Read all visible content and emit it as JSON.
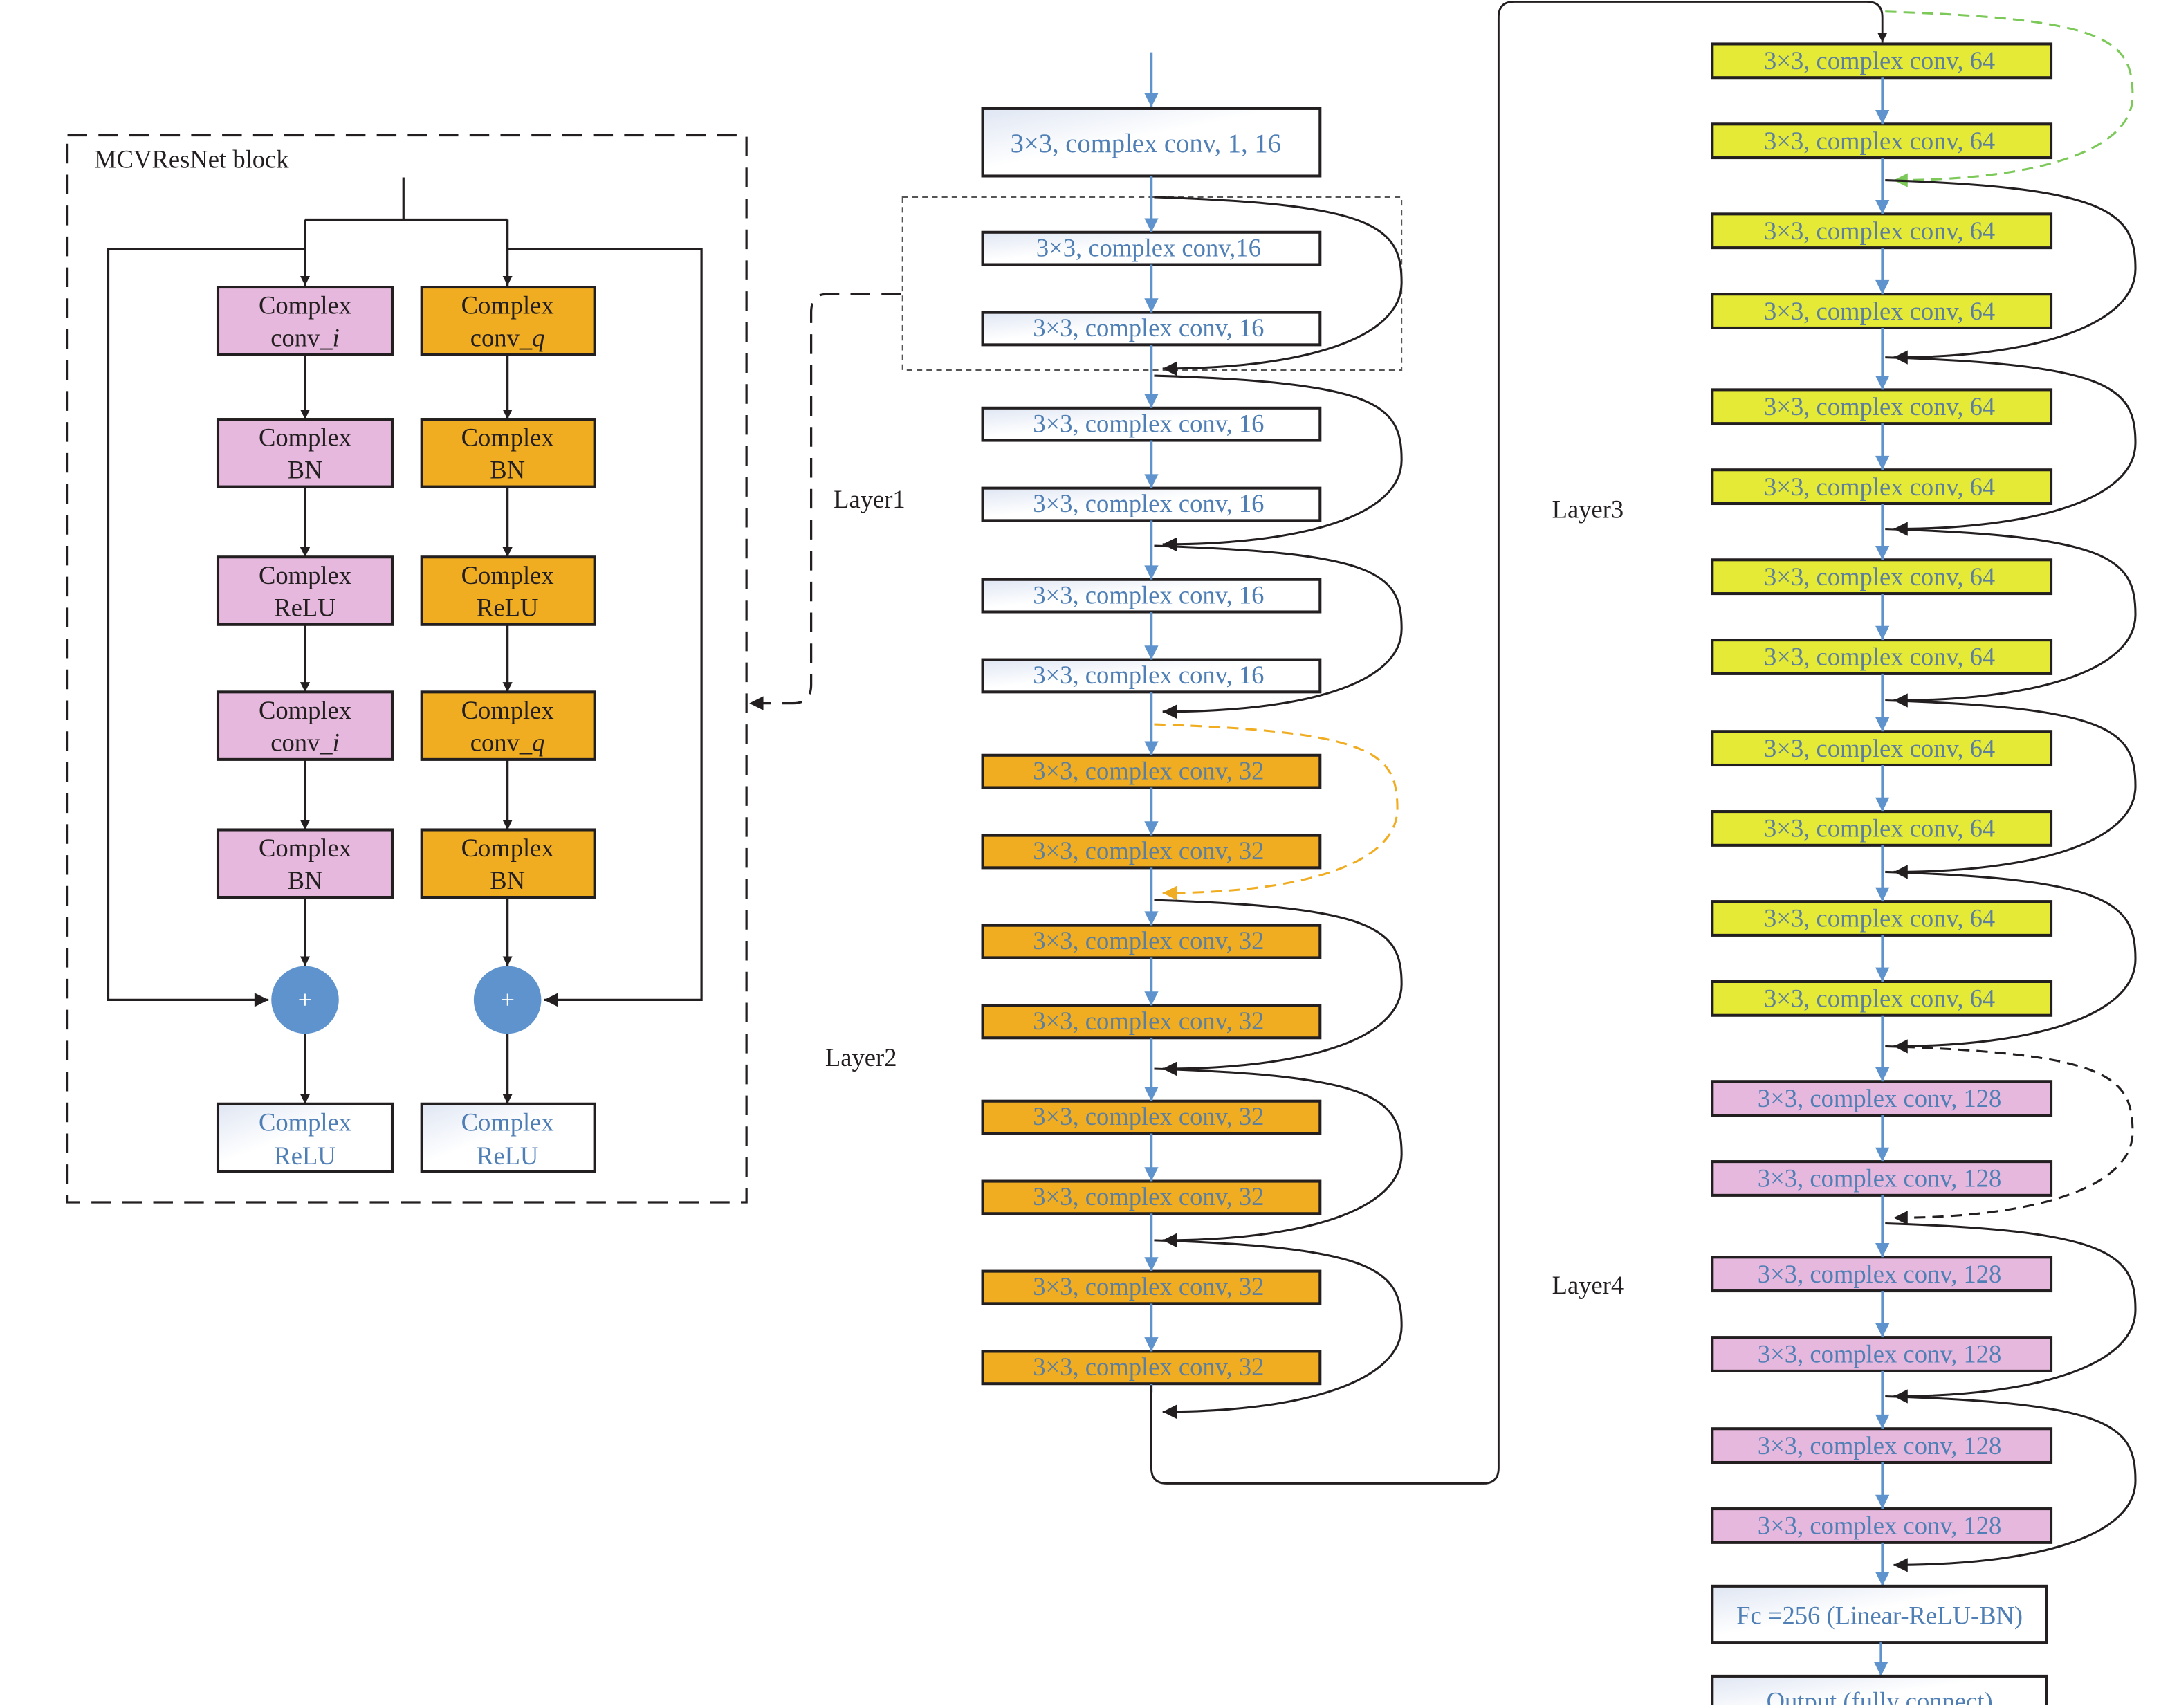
{
  "block": {
    "title": "MCVResNet block",
    "i_branch": [
      {
        "line1": "Complex",
        "line2": "conv_",
        "suffix": "i"
      },
      {
        "line1": "Complex",
        "line2": "BN",
        "suffix": ""
      },
      {
        "line1": "Complex",
        "line2": "ReLU",
        "suffix": ""
      },
      {
        "line1": "Complex",
        "line2": "conv_",
        "suffix": "i"
      },
      {
        "line1": "Complex",
        "line2": "BN",
        "suffix": ""
      }
    ],
    "q_branch": [
      {
        "line1": "Complex",
        "line2": "conv_",
        "suffix": "q"
      },
      {
        "line1": "Complex",
        "line2": "BN",
        "suffix": ""
      },
      {
        "line1": "Complex",
        "line2": "ReLU",
        "suffix": ""
      },
      {
        "line1": "Complex",
        "line2": "conv_",
        "suffix": "q"
      },
      {
        "line1": "Complex",
        "line2": "BN",
        "suffix": ""
      }
    ],
    "adder_symbol": "+",
    "outputs": [
      {
        "line1": "Complex",
        "line2": "ReLU"
      },
      {
        "line1": "Complex",
        "line2": "ReLU"
      }
    ]
  },
  "labels": {
    "layer1": "Layer1",
    "layer2": "Layer2",
    "layer3": "Layer3",
    "layer4": "Layer4"
  },
  "colors": {
    "pink": "#e6b8dd",
    "orange": "#f0ad22",
    "yellow": "#e4ea35",
    "blue_arrow": "#5e93cd",
    "adder": "#5e93cd",
    "orange_dash": "#f0ad22",
    "green_dash": "#7cc95a",
    "text_blue": "#4f7fb5"
  },
  "network": {
    "stem": "3×3, complex conv, 1, 16",
    "layer1": [
      "3×3, complex conv,16",
      "3×3, complex conv, 16",
      "3×3, complex conv, 16",
      "3×3, complex conv, 16",
      "3×3, complex conv, 16",
      "3×3, complex conv, 16"
    ],
    "layer2": [
      "3×3, complex conv, 32",
      "3×3, complex conv, 32",
      "3×3, complex conv, 32",
      "3×3, complex conv, 32",
      "3×3, complex conv, 32",
      "3×3, complex conv, 32",
      "3×3, complex conv, 32",
      "3×3, complex conv, 32"
    ],
    "layer3": [
      "3×3, complex conv, 64",
      "3×3, complex conv, 64",
      "3×3, complex conv, 64",
      "3×3, complex conv, 64",
      "3×3, complex conv, 64",
      "3×3, complex conv, 64",
      "3×3, complex conv, 64",
      "3×3, complex conv, 64",
      "3×3, complex conv, 64",
      "3×3, complex conv, 64",
      "3×3, complex conv, 64",
      "3×3, complex conv, 64"
    ],
    "layer4": [
      "3×3, complex conv, 128",
      "3×3, complex conv, 128",
      "3×3, complex conv, 128",
      "3×3, complex conv, 128",
      "3×3, complex conv, 128",
      "3×3, complex conv, 128"
    ],
    "fc": "Fc =256 (Linear-ReLU-BN)",
    "output": "Output (fully connect)"
  }
}
